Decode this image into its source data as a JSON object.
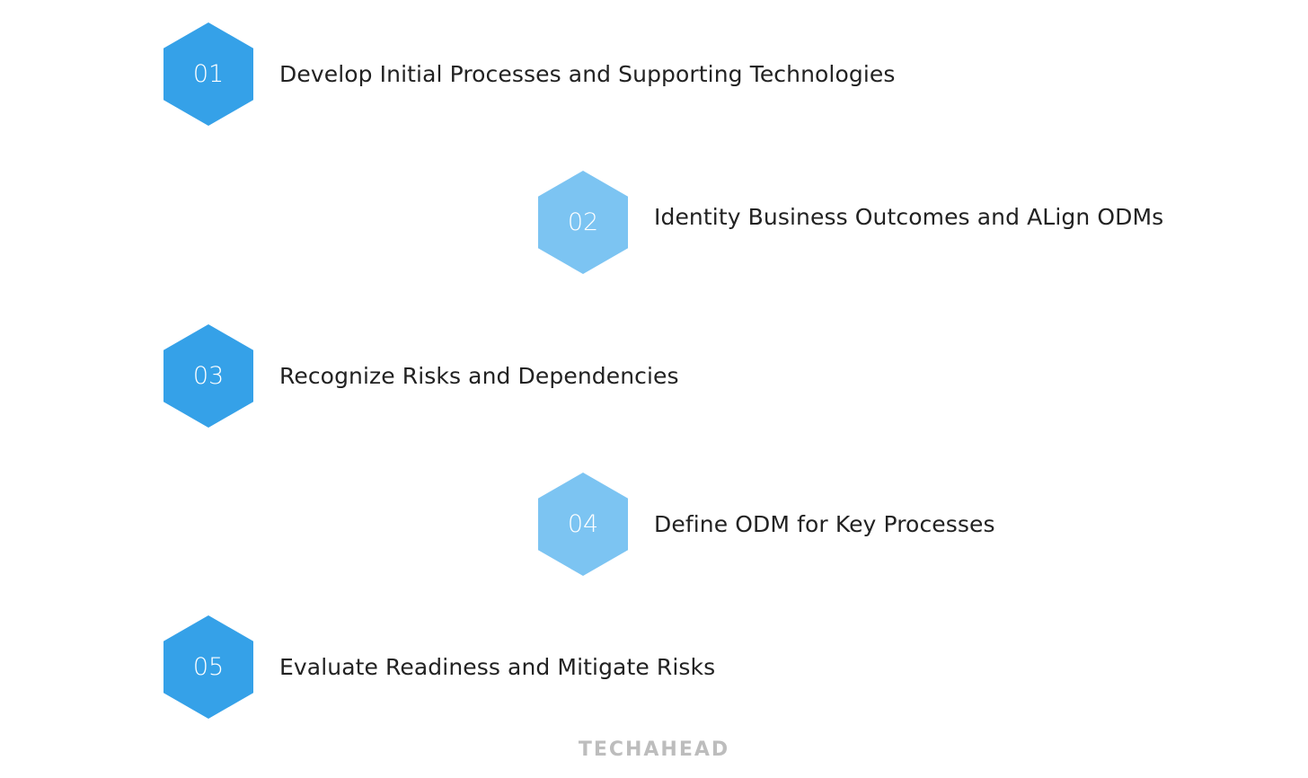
{
  "steps": [
    {
      "number": "01",
      "label": "Develop Initial Processes and Supporting Technologies",
      "color": "#35a1e8"
    },
    {
      "number": "02",
      "label": "Identity Business Outcomes and ALign ODMs",
      "color": "#7cc4f2"
    },
    {
      "number": "03",
      "label": "Recognize Risks and Dependencies",
      "color": "#35a1e8"
    },
    {
      "number": "04",
      "label": "Define ODM for Key Processes",
      "color": "#7cc4f2"
    },
    {
      "number": "05",
      "label": "Evaluate Readiness and Mitigate Risks",
      "color": "#35a1e8"
    }
  ],
  "logo": "TECHAHEAD"
}
